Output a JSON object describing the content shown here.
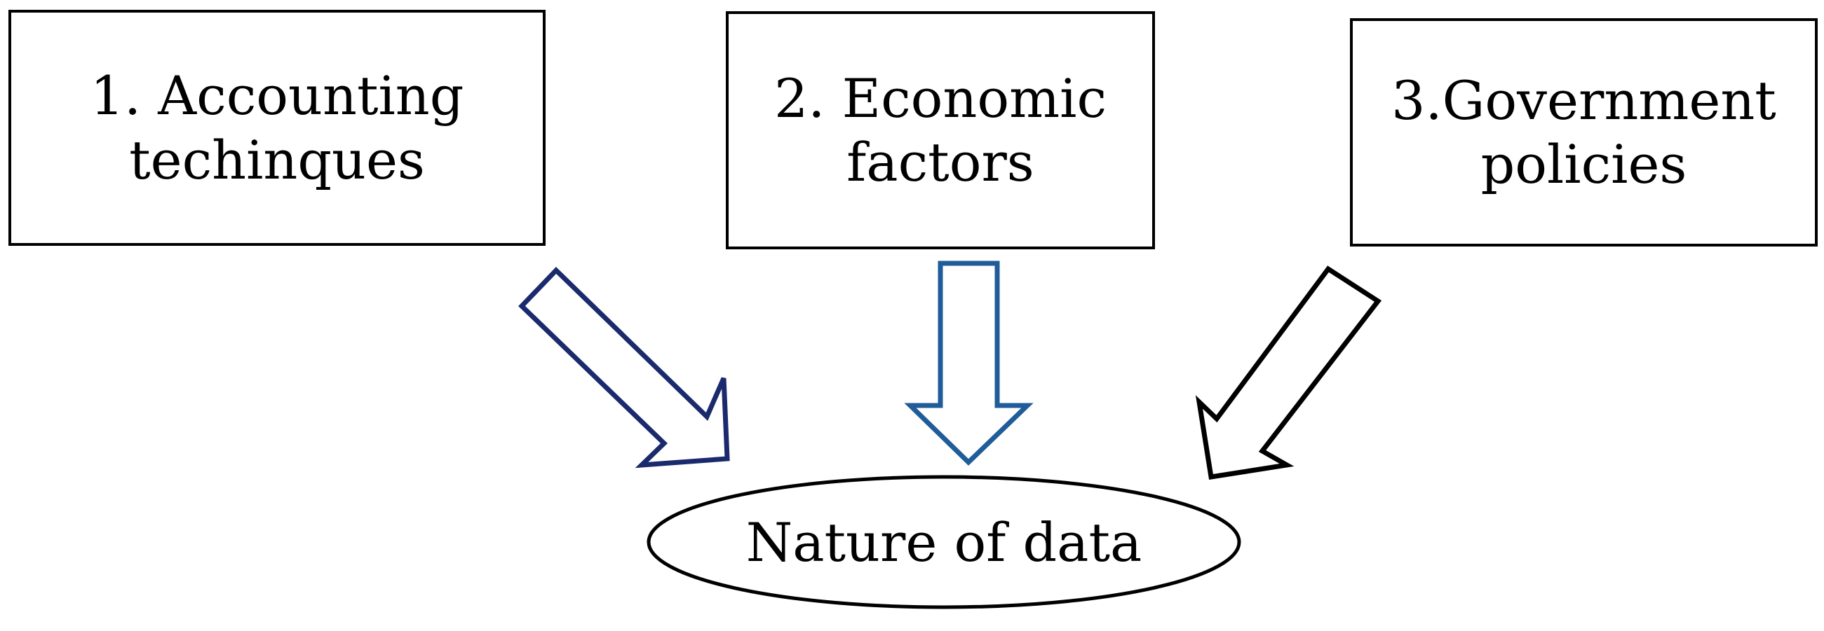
{
  "sources": [
    {
      "lines": [
        "1. Accounting",
        "techinques"
      ]
    },
    {
      "lines": [
        "2. Economic",
        "factors"
      ]
    },
    {
      "lines": [
        "3.Government",
        "policies"
      ]
    }
  ],
  "target": {
    "label": "Nature of data"
  },
  "colors": {
    "box_border": "#000000",
    "arrow_left": "#1a2a6c",
    "arrow_center": "#1f5c99",
    "arrow_right": "#000000",
    "ellipse_border": "#000000"
  }
}
